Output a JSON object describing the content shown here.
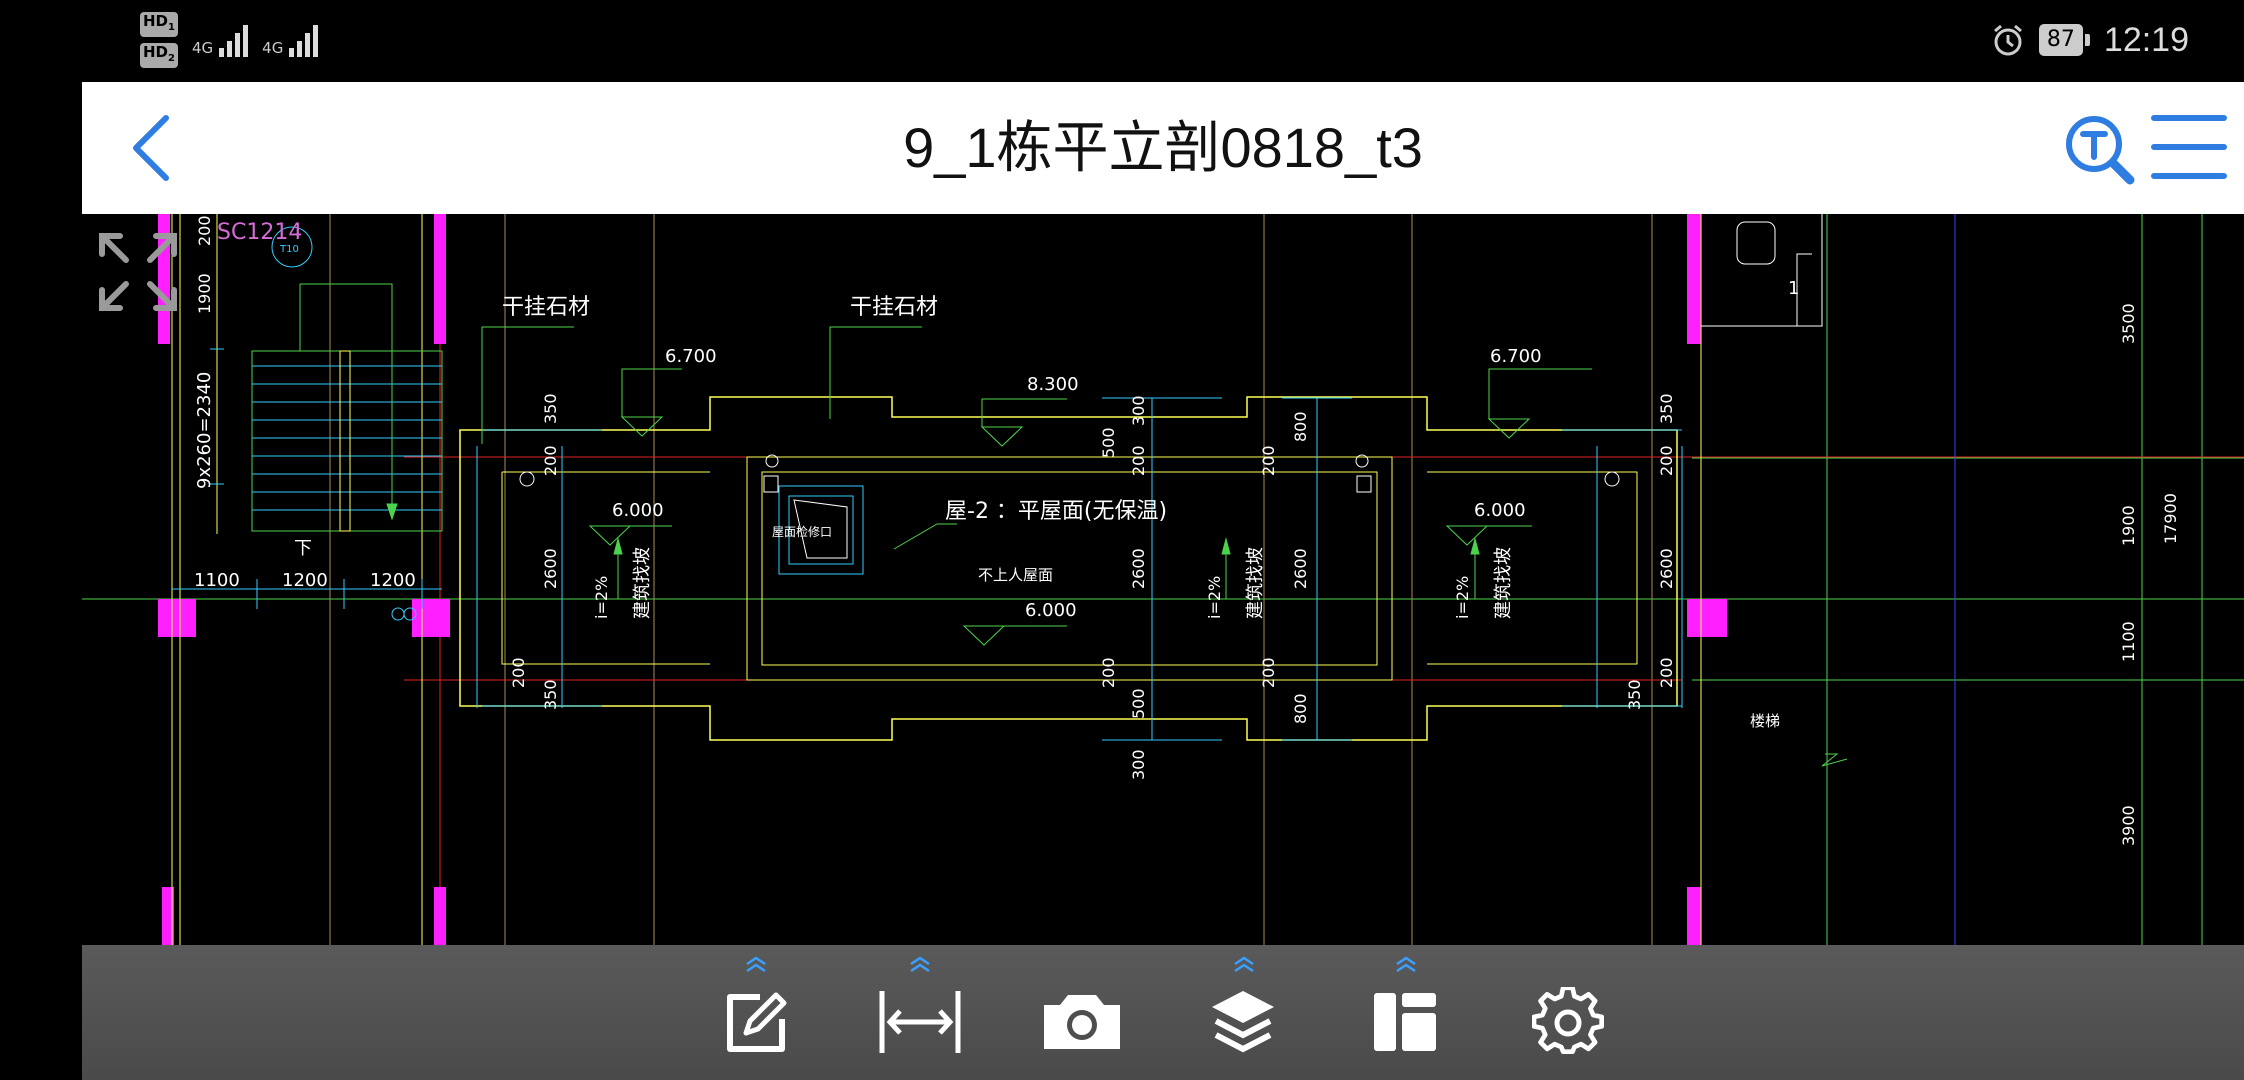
{
  "status_bar": {
    "hd1": "HD",
    "hd1_sub": "1",
    "hd2": "HD",
    "hd2_sub": "2",
    "net1": "4G",
    "net2": "4G",
    "battery": "87",
    "time": "12:19"
  },
  "header": {
    "title": "9_1栋平立剖0818_t3",
    "back_icon": "chevron-left-icon",
    "search_icon": "text-search-icon",
    "menu_icon": "hamburger-menu-icon",
    "accent_color": "#2f7de1"
  },
  "drawing": {
    "labels": {
      "sc": "SC1214",
      "t10": "T10",
      "stone_left": "干挂石材",
      "stone_mid": "干挂石材",
      "elev_670_left": "6.700",
      "elev_830": "8.300",
      "elev_670_right": "6.700",
      "elev_600_left": "6.000",
      "elev_600_mid": "6.000",
      "elev_600_right": "6.000",
      "roof_title": "屋-2 ：平屋面(无保温)",
      "no_access": "不上人屋面",
      "hatch": "屋面检修口",
      "slope_left": "i=2%",
      "slope_left_text": "建筑找坡",
      "slope_mid": "i=2%",
      "slope_mid_text": "建筑找坡",
      "slope_right": "i=2%",
      "slope_right_text": "建筑找坡",
      "down": "下",
      "stair_count": "9x260=2340",
      "dim_1100": "1100",
      "dim_1200a": "1200",
      "dim_1200b": "1200",
      "dim_200_top": "200",
      "dim_1900_left": "1900",
      "dim_350_a": "350",
      "dim_200_a": "200",
      "dim_2600_a": "2600",
      "dim_200_b": "200",
      "dim_350_b": "350",
      "dim_300_a": "300",
      "dim_500_a": "500",
      "dim_200_c": "200",
      "dim_2600_b": "2600",
      "dim_200_d": "200",
      "dim_500_b": "500",
      "dim_300_b": "300",
      "dim_800_a": "800",
      "dim_200_e": "200",
      "dim_2600_c": "2600",
      "dim_200_f": "200",
      "dim_800_b": "800",
      "dim_350_c": "350",
      "dim_200_g": "200",
      "dim_2600_d": "2600",
      "dim_200_h": "200",
      "dim_350_d": "350",
      "dim_3500": "3500",
      "dim_1900_right": "1900",
      "dim_17900": "17900",
      "dim_1100_right": "1100",
      "dim_3900": "3900",
      "room_1": "1",
      "stair_label": "楼梯"
    }
  },
  "toolbar": {
    "items": [
      {
        "name": "annotate",
        "icon": "edit-note-icon",
        "expand": true
      },
      {
        "name": "measure",
        "icon": "measure-distance-icon",
        "expand": true
      },
      {
        "name": "camera",
        "icon": "camera-icon",
        "expand": false
      },
      {
        "name": "layers",
        "icon": "layers-icon",
        "expand": true
      },
      {
        "name": "layout",
        "icon": "layout-icon",
        "expand": true
      },
      {
        "name": "settings",
        "icon": "gear-icon",
        "expand": false
      }
    ]
  }
}
